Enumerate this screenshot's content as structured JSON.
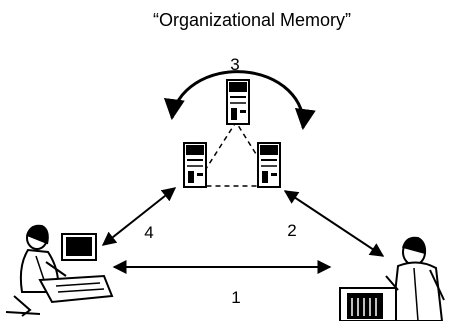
{
  "title": "“Organizational Memory”",
  "labels": {
    "server_loop": "3",
    "right_path": "2",
    "left_path": "4",
    "bottom_path": "1"
  },
  "colors": {
    "ink": "#000000",
    "background": "#ffffff"
  }
}
